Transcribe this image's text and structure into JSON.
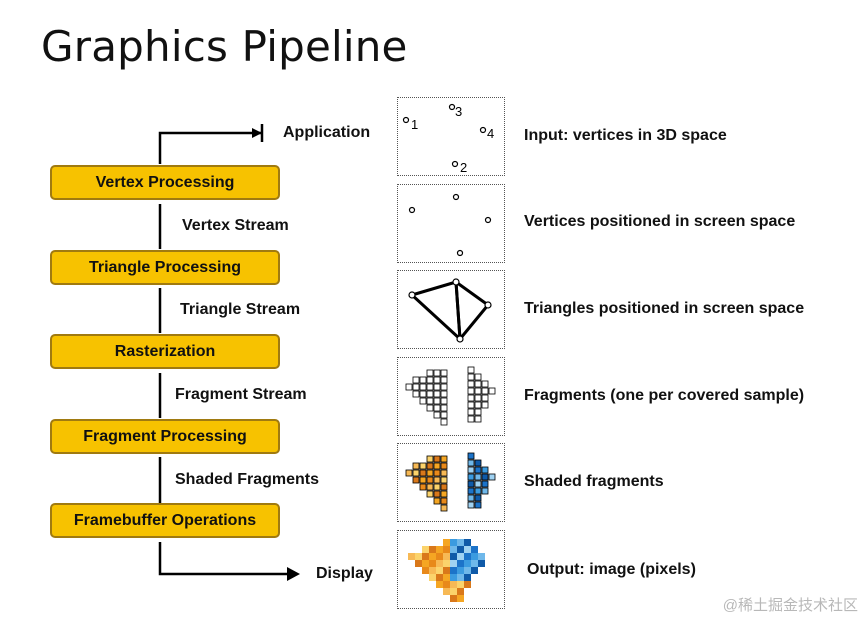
{
  "title": "Graphics Pipeline",
  "stages": [
    "Vertex Processing",
    "Triangle Processing",
    "Rasterization",
    "Fragment Processing",
    "Framebuffer Operations"
  ],
  "endpoints": {
    "input": "Application",
    "output": "Display"
  },
  "streams": [
    "Vertex Stream",
    "Triangle Stream",
    "Fragment Stream",
    "Shaded Fragments"
  ],
  "vertex_labels": [
    "1",
    "2",
    "3",
    "4"
  ],
  "descriptions": [
    "Input: vertices in 3D space",
    "Vertices positioned in screen space",
    "Triangles positioned in screen space",
    "Fragments (one per covered sample)",
    "Shaded fragments",
    "Output: image (pixels)"
  ],
  "colors": {
    "stage_fill": "#f7c200",
    "stage_border": "#a07a10",
    "shade_warm": [
      "#f5a623",
      "#e8891a",
      "#f7b955",
      "#fbd36b",
      "#d9781a"
    ],
    "shade_cool": [
      "#1c73c9",
      "#3b9be0",
      "#6fb8ea",
      "#0f5aa8",
      "#9fd2f2"
    ]
  },
  "watermark": "@稀土掘金技术社区"
}
